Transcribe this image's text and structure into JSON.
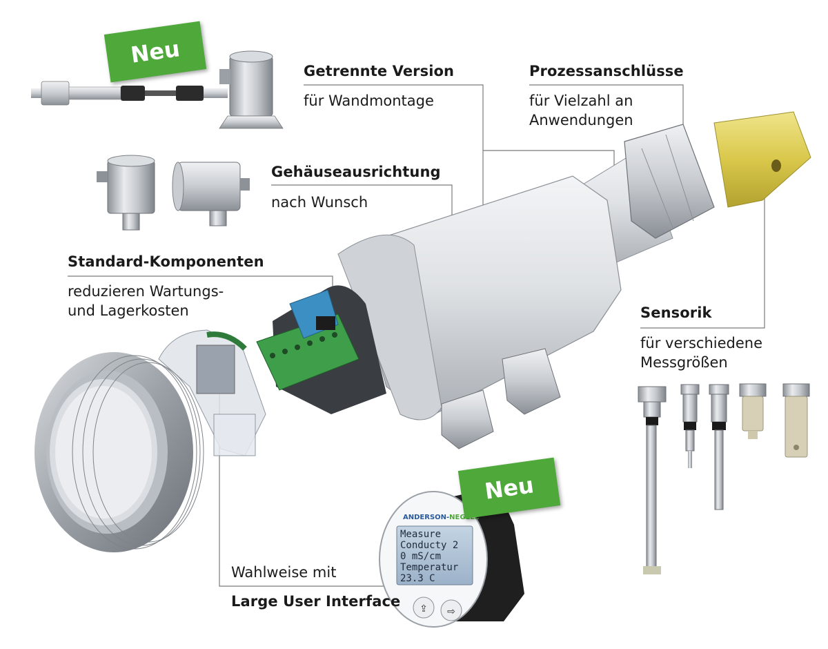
{
  "badges": {
    "top": "Neu",
    "bottom": "Neu"
  },
  "callouts": {
    "getrennte": {
      "title": "Getrennte Version",
      "desc": "für Wandmontage"
    },
    "prozess": {
      "title": "Prozessanschlüsse",
      "desc_line1": "für Vielzahl an",
      "desc_line2": "Anwendungen"
    },
    "gehaeuse": {
      "title": "Gehäuseausrichtung",
      "desc": "nach Wunsch"
    },
    "standard": {
      "title": "Standard-Komponenten",
      "desc_line1": "reduzieren Wartungs-",
      "desc_line2": "und Lagerkosten"
    },
    "sensorik": {
      "title": "Sensorik",
      "desc_line1": "für verschiedene",
      "desc_line2": "Messgrößen"
    },
    "lui": {
      "desc": "Wahlweise mit",
      "title": "Large User Interface"
    }
  },
  "display": {
    "brand_left": "ANDERSON-",
    "brand_right": "NEGELE",
    "lines": [
      "Measure",
      "Conducty 2",
      "0 mS/cm",
      "Temperatur",
      "23.3 C"
    ]
  },
  "colors": {
    "badge_green": "#4ea83a",
    "leader_line": "#7a7a7a",
    "housing_light": "#e6e8ea",
    "housing_mid": "#b9bdc2",
    "yellow_tip": "#d8c94a",
    "terminal_green": "#3f9e4a",
    "pcb_blue": "#3c8fc2",
    "display_screen": "#a9bfd6"
  }
}
